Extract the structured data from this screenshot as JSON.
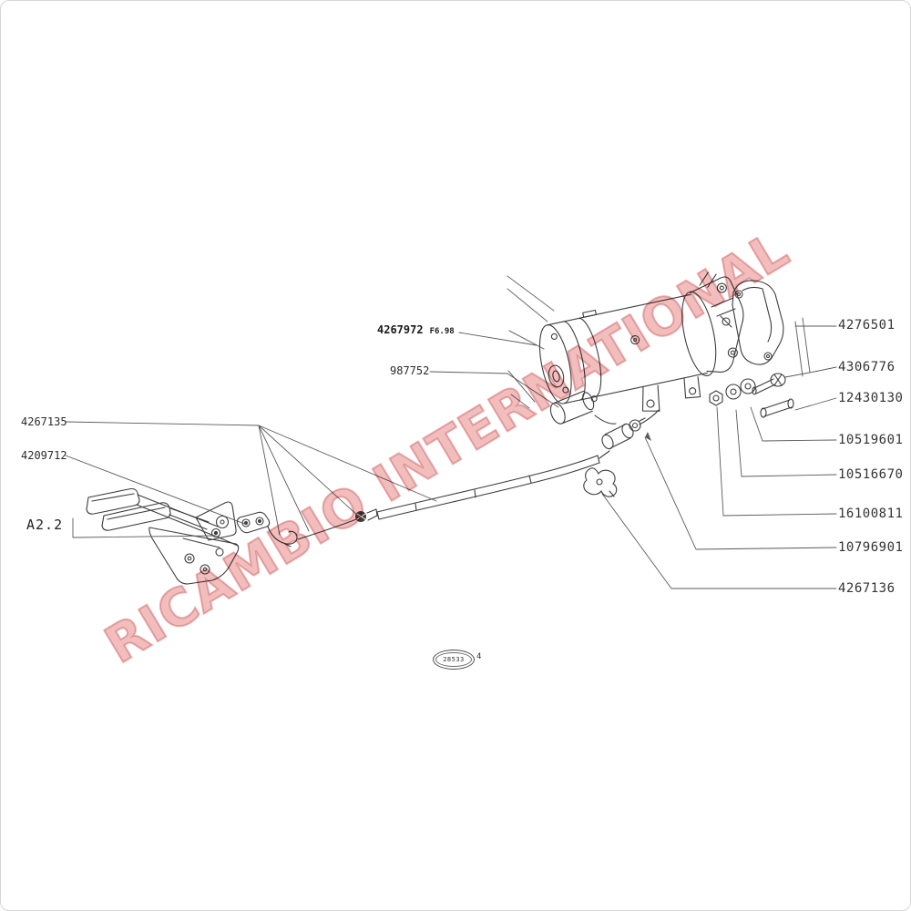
{
  "watermark": {
    "text": "RICAMBIO INTERNATIONAL",
    "color": "#e08080"
  },
  "labels": {
    "main": {
      "number": "4267972",
      "suffix": "F6.98"
    },
    "solenoid": {
      "number": "987752"
    },
    "left1": {
      "number": "4267135"
    },
    "left2": {
      "number": "4209712"
    },
    "table_ref": {
      "number": "A2.2"
    },
    "right": [
      {
        "number": "4276501"
      },
      {
        "number": "4306776"
      },
      {
        "number": "12430130"
      },
      {
        "number": "10519601"
      },
      {
        "number": "10516670"
      },
      {
        "number": "16100811"
      },
      {
        "number": "10796901"
      },
      {
        "number": "4267136"
      }
    ]
  },
  "stamp": {
    "number": "28533",
    "suffix": "4"
  }
}
